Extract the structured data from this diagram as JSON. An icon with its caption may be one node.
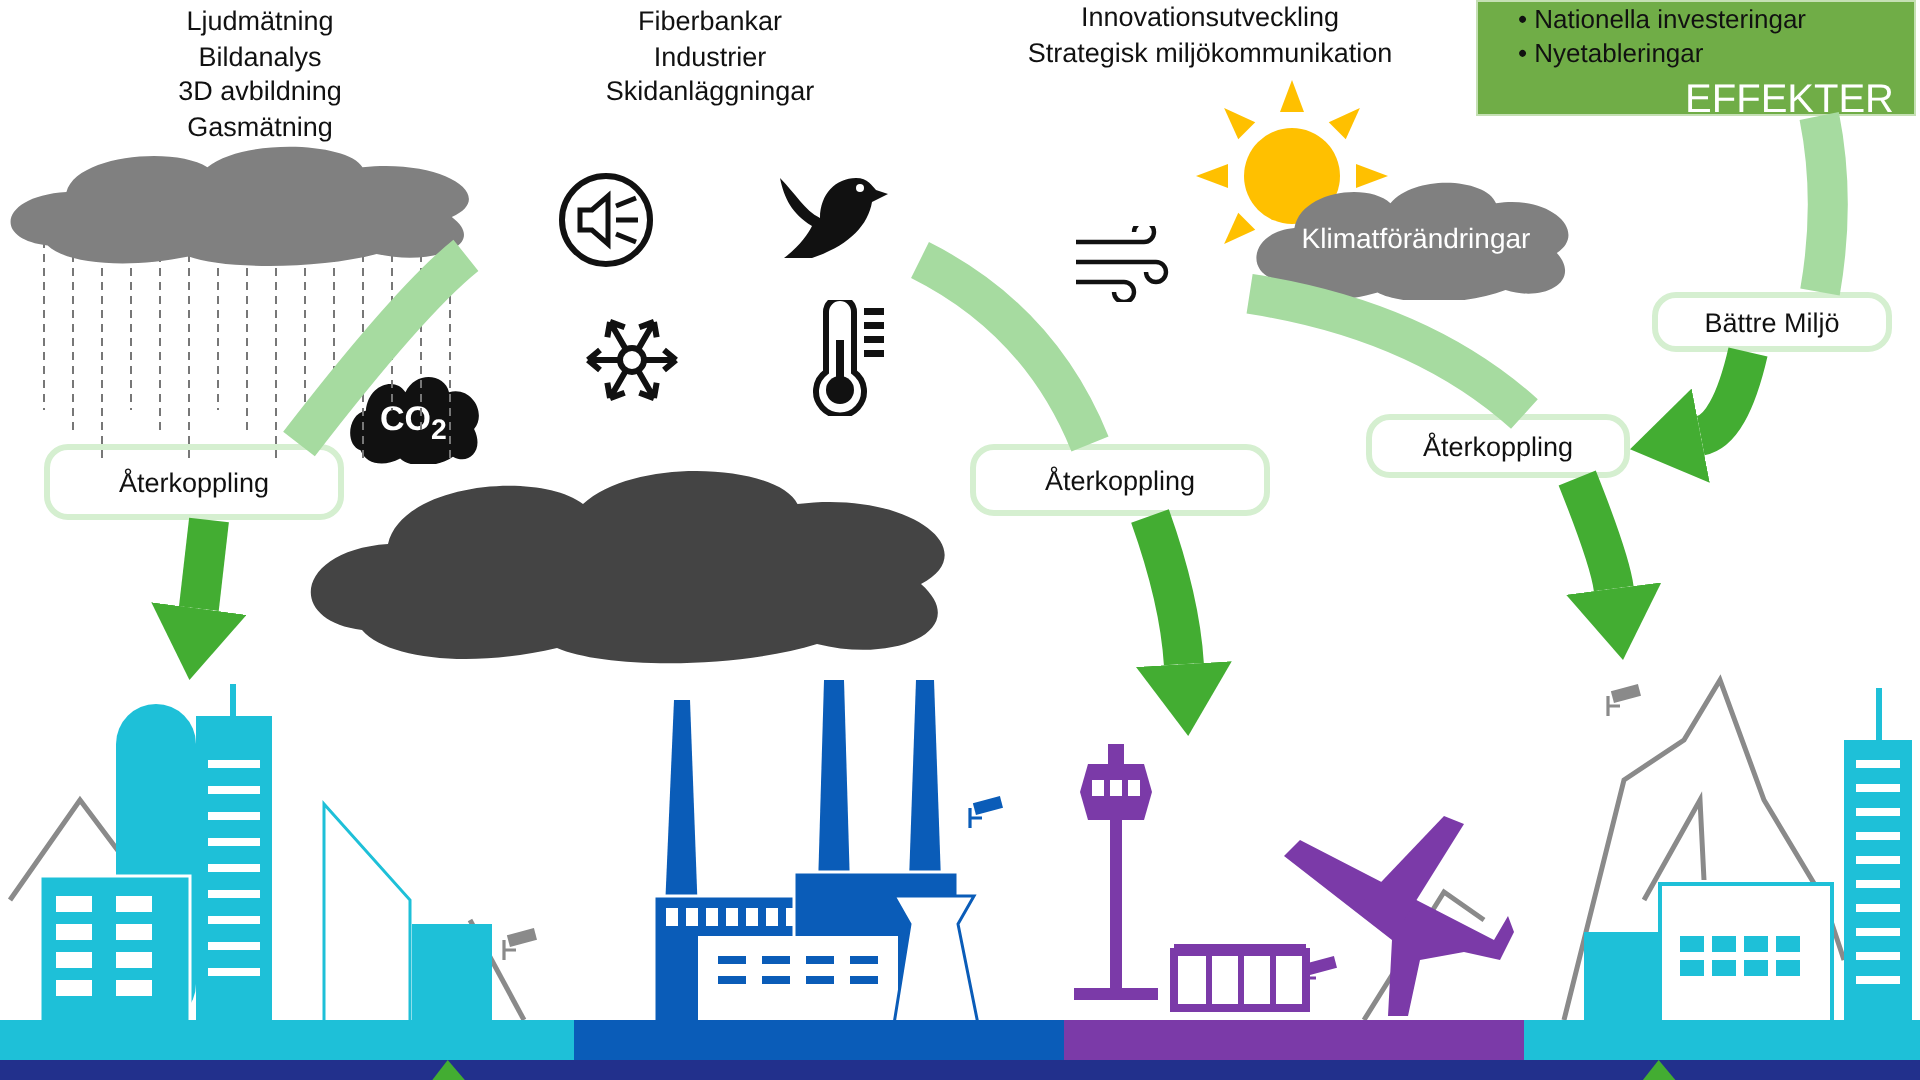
{
  "diagram": {
    "nodes": [
      {
        "text": [
          "Ljudmätning",
          "Bildanalys",
          "3D avbildning",
          "Gasmätning"
        ]
      },
      {
        "text": [
          "Fiberbankar",
          "Industrier",
          "Skidanläggningar"
        ]
      },
      {
        "text": [
          "Innovationsutveckling",
          "Strategisk miljökommunikation"
        ]
      },
      {
        "text": [
          "• Nationella investeringar",
          "• Nyetableringar",
          "EFFEKTER"
        ]
      },
      {
        "text": [
          "Klimatförändringar"
        ]
      },
      {
        "text": [
          "Återkoppling"
        ]
      },
      {
        "text": [
          "Återkoppling"
        ]
      },
      {
        "text": [
          "Återkoppling"
        ]
      },
      {
        "text": [
          "Bättre Miljö"
        ]
      },
      {
        "text": [],
        "shape": "picture"
      },
      {
        "text": [],
        "shape": "picture"
      },
      {
        "text": [],
        "shape": "picture"
      },
      {
        "text": [],
        "shape": "picture"
      },
      {
        "text": [],
        "shape": "cloud"
      }
    ],
    "edges": [
      {
        "from": 13,
        "to": 5,
        "arrow": "none",
        "color": "#a6dba0"
      },
      {
        "from": 5,
        "to": 9,
        "arrow": "to",
        "color": "#43ad32"
      },
      {
        "from": null,
        "to": 6,
        "arrow": "none",
        "color": "#a6dba0"
      },
      {
        "from": 6,
        "to": 11,
        "arrow": "to",
        "color": "#43ad32"
      },
      {
        "from": 4,
        "to": 7,
        "arrow": "none",
        "color": "#a6dba0"
      },
      {
        "from": 7,
        "to": 12,
        "arrow": "to",
        "color": "#43ad32"
      },
      {
        "from": 3,
        "to": 8,
        "arrow": "none",
        "color": "#a6dba0"
      },
      {
        "from": 8,
        "to": 7,
        "arrow": "to",
        "color": "#43ad32"
      },
      {
        "from": null,
        "to": 9,
        "arrow": "to",
        "color": "#43ad32"
      },
      {
        "from": null,
        "to": 12,
        "arrow": "to",
        "color": "#43ad32"
      }
    ],
    "labels": [
      "CO$_{2}$"
    ]
  }
}
